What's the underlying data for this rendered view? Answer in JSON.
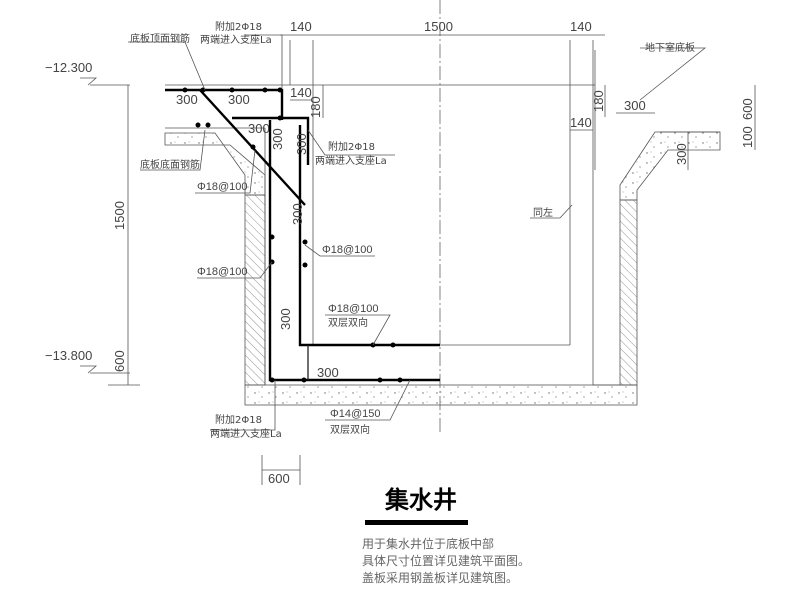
{
  "drawing": {
    "title": "集水井",
    "description": [
      "用于集水井位于底板中部",
      "具体尺寸位置详见建筑平面图。",
      "盖板采用钢盖板详见建筑图。"
    ],
    "elevations": {
      "top": "−12.300",
      "bottom": "−13.800"
    },
    "labels": {
      "slab_top_rebar": "底板顶面钢筋",
      "slab_bottom_rebar": "底板底面钢筋",
      "extra_top_1": "附加2Φ18",
      "extra_top_2": "两端进入支座La",
      "extra_mid_1": "附加2Φ18",
      "extra_mid_2": "两端进入支座La",
      "extra_bot_1": "附加2Φ18",
      "extra_bot_2": "两端进入支座La",
      "rebar_a": "Φ18@100",
      "rebar_b": "Φ18@100",
      "rebar_c": "Φ18@100",
      "rebar_d": "Φ18@100",
      "rebar_d_note": "双层双向",
      "rebar_e": "Φ14@150",
      "rebar_e_note": "双层双向",
      "basement_slab": "地下室底板",
      "same_left": "同左"
    },
    "dimensions": {
      "top_140_left": "140",
      "top_1500": "1500",
      "top_140_right": "140",
      "inner_140_left": "140",
      "inner_180_left": "180",
      "inner_180_right": "180",
      "inner_300_right": "300",
      "inner_140_right": "140",
      "right_600": "600",
      "right_100": "100",
      "right_300": "300",
      "left_1500": "1500",
      "left_600": "600",
      "bottom_600": "600",
      "top_300_a": "300",
      "top_300_b": "300",
      "mid_300_h": "300",
      "mid_300_v": "300",
      "mid_300_v2": "300",
      "wall_300": "300",
      "wall_300_b": "300",
      "floor_300": "300"
    }
  }
}
